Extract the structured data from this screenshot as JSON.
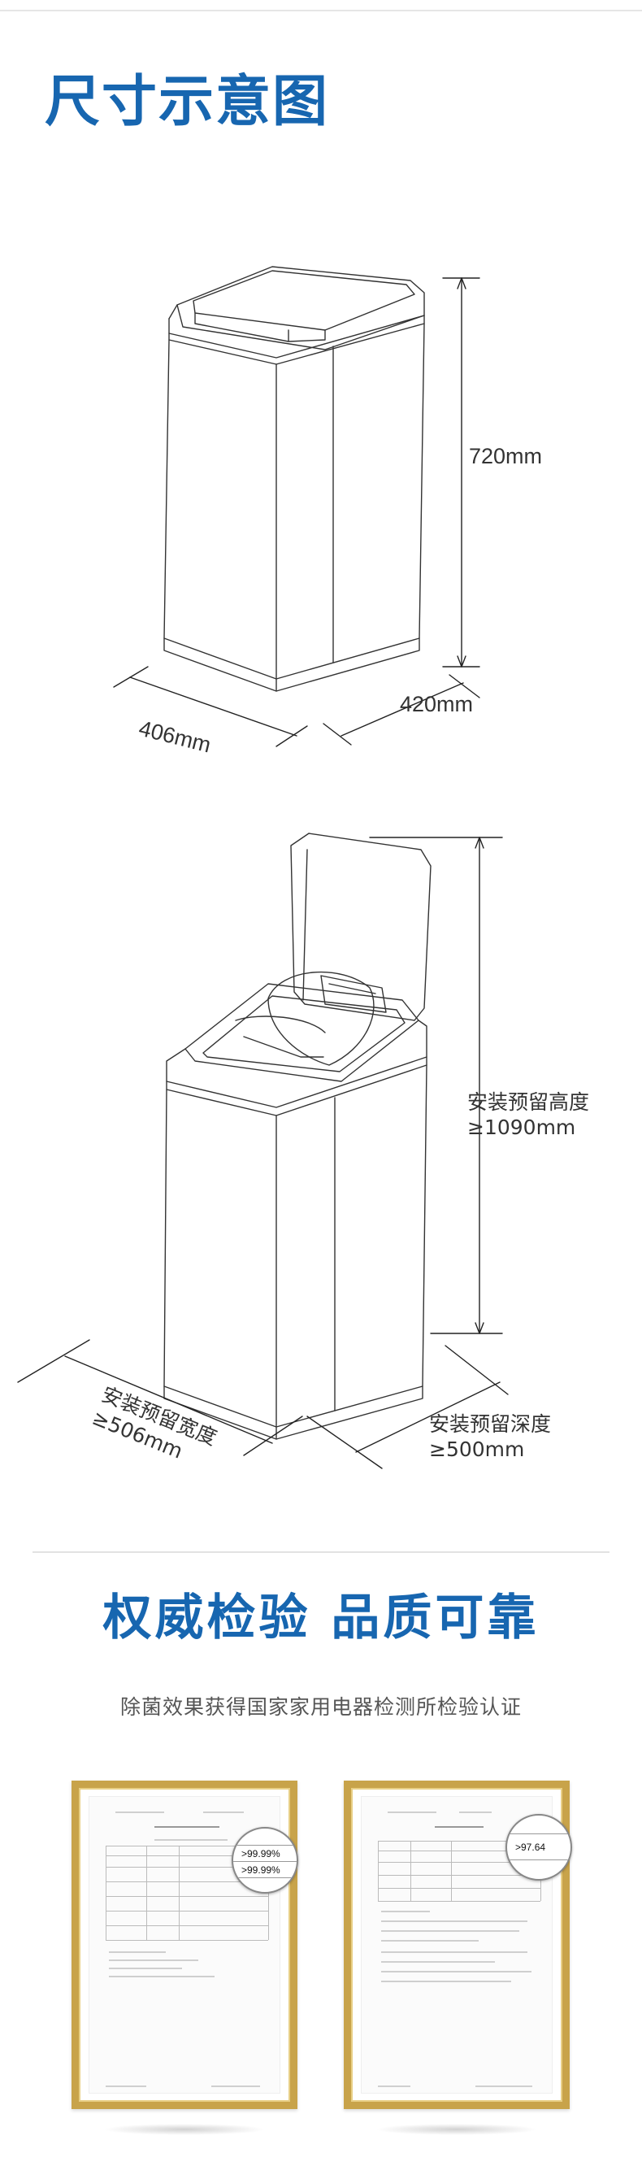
{
  "dimensions_section": {
    "title": "尺寸示意图",
    "height_label": "720mm",
    "width_label": "406mm",
    "depth_label": "420mm"
  },
  "install_section": {
    "height_label_line1": "安装预留高度",
    "height_label_line2": "≥1090mm",
    "width_label_line1": "安装预留宽度",
    "width_label_line2": "≥506mm",
    "depth_label_line1": "安装预留深度",
    "depth_label_line2": "≥500mm"
  },
  "certification": {
    "title": "权威检验  品质可靠",
    "subtitle": "除菌效果获得国家家用电器检测所检验认证",
    "certificates": [
      {
        "values": [
          ">99.99%",
          ">99.99%"
        ]
      },
      {
        "values": [
          ">97.64"
        ]
      }
    ]
  },
  "colors": {
    "accent": "#1766b0",
    "frame_gold": "#c8a34a"
  }
}
